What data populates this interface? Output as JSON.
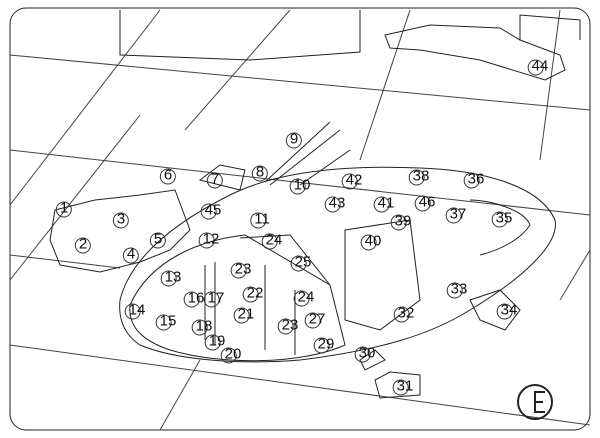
{
  "callouts": {
    "c1": "1",
    "c2": "2",
    "c3": "3",
    "c4": "4",
    "c5": "5",
    "c6": "6",
    "c7": "7",
    "c8": "8",
    "c9": "9",
    "c10": "10",
    "c11": "11",
    "c12": "12",
    "c13": "13",
    "c14": "14",
    "c15": "15",
    "c16": "16",
    "c17": "17",
    "c18": "18",
    "c19": "19",
    "c20": "20",
    "c21": "21",
    "c22": "22",
    "c23a": "23",
    "c23b": "23",
    "c24a": "24",
    "c24b": "24",
    "c25": "25",
    "c27": "27",
    "c29": "29",
    "c30": "30",
    "c31": "31",
    "c32": "32",
    "c33": "33",
    "c34": "34",
    "c35": "35",
    "c36": "36",
    "c37": "37",
    "c38": "38",
    "c39": "39",
    "c40": "40",
    "c41": "41",
    "c42": "42",
    "c43": "43",
    "c44": "44",
    "c45": "45",
    "c46": "46"
  }
}
